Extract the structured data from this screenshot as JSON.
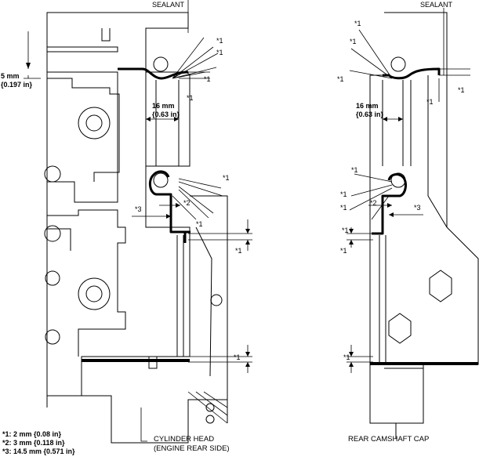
{
  "labels": {
    "sealant_left": "SEALANT",
    "sealant_right": "SEALANT",
    "dim_5mm": "5 mm",
    "dim_5mm_in": "{0.197 in}",
    "dim_16mm_left": "16 mm",
    "dim_16mm_left_in": "{0.63 in}",
    "dim_16mm_right": "16 mm",
    "dim_16mm_right_in": "{0.63 in}",
    "star1": "*1",
    "star2": "*2",
    "star3": "*3",
    "cylinder_head_line1": "CYLINDER HEAD",
    "cylinder_head_line2": "(ENGINE REAR SIDE)",
    "rear_camshaft_cap": "REAR CAMSHAFT CAP"
  },
  "legend": [
    "*1: 2 mm {0.08 in}",
    "*2: 3 mm {0.118 in}",
    "*3: 14.5 mm {0.571 in}"
  ]
}
